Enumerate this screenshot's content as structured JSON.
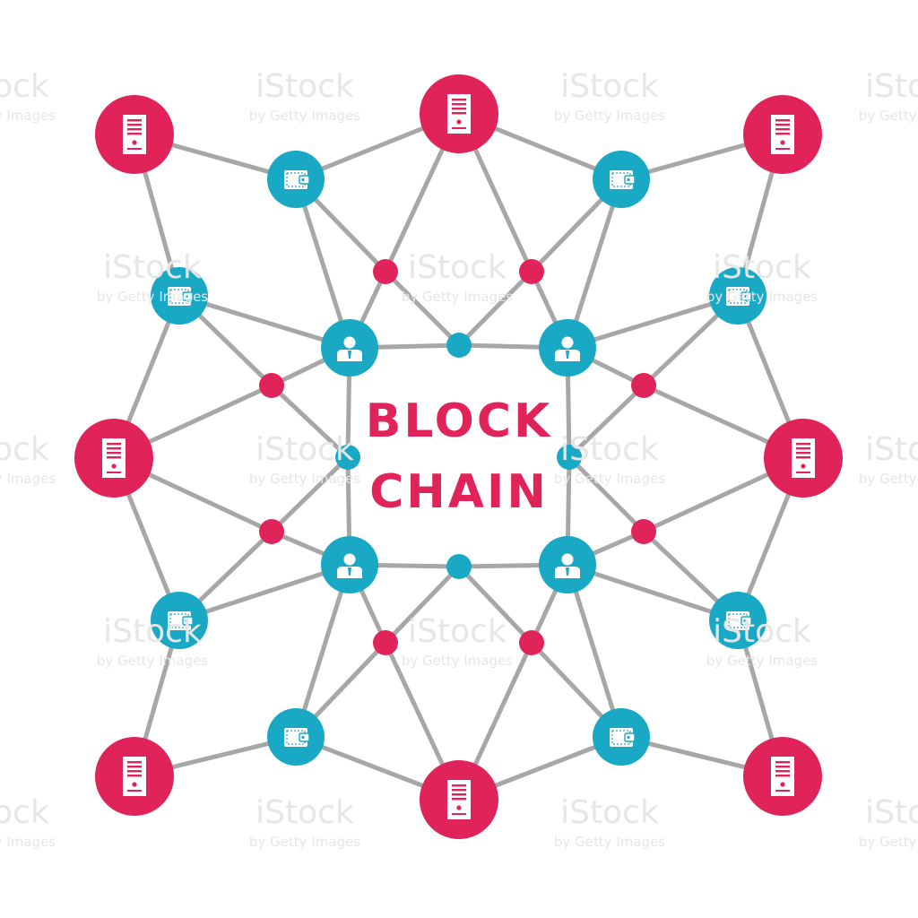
{
  "title": {
    "line1": "BLOCK",
    "line2": "CHAIN"
  },
  "watermark": {
    "brand": "iStock",
    "credit": "by Getty Images"
  },
  "colors": {
    "server_node": "#e0245a",
    "wallet_node": "#1aa9c4",
    "user_node": "#1aa9c4",
    "small_red_node": "#e0245a",
    "small_blue_node": "#1aa9c4",
    "edge": "#a7a7a7",
    "icon_fill": "#ffffff"
  },
  "icons": {
    "server_node": "server-icon",
    "wallet_node": "wallet-icon",
    "user_node": "user-icon"
  },
  "network": {
    "server_count": 8,
    "wallet_count": 8,
    "user_count": 4,
    "small_red_count": 8,
    "small_blue_count": 4
  }
}
